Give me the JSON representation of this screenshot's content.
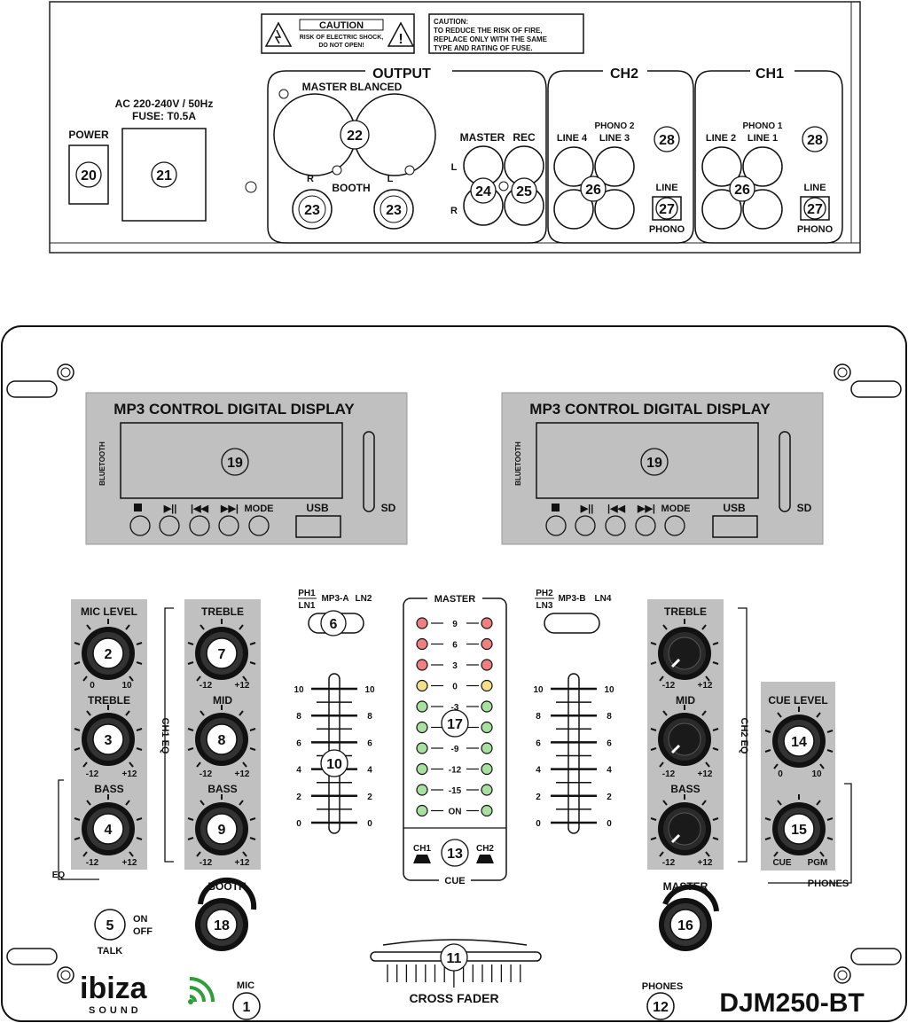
{
  "rear": {
    "caution1_title": "CAUTION",
    "caution1_line1": "RISK OF ELECTRIC SHOCK,",
    "caution1_line2": "DO NOT OPEN!",
    "caution2_line1": "CAUTION:",
    "caution2_line2": "TO REDUCE THE RISK OF FIRE,",
    "caution2_line3": "REPLACE ONLY WITH THE SAME",
    "caution2_line4": "TYPE AND RATING OF FUSE.",
    "power_label": "POWER",
    "ac_label": "AC 220-240V / 50Hz",
    "fuse_label": "FUSE: T0.5A",
    "output_label": "OUTPUT",
    "master_balanced": "MASTER BLANCED",
    "booth_label": "BOOTH",
    "r": "R",
    "l": "L",
    "master": "MASTER",
    "rec": "REC",
    "ch2": "CH2",
    "ch1": "CH1",
    "phono2": "PHONO 2",
    "phono1": "PHONO 1",
    "line4": "LINE 4",
    "line3": "LINE 3",
    "line2": "LINE 2",
    "line1": "LINE 1",
    "line": "LINE",
    "phono": "PHONO",
    "n20": "20",
    "n21": "21",
    "n22": "22",
    "n23": "23",
    "n24": "24",
    "n25": "25",
    "n26": "26",
    "n27": "27",
    "n28": "28"
  },
  "front": {
    "display_title": "MP3 CONTROL DIGITAL DISPLAY",
    "bluetooth": "BLUETOOTH",
    "mode": "MODE",
    "usb": "USB",
    "sd": "SD",
    "mic_level": "MIC  LEVEL",
    "treble": "TREBLE",
    "mid": "MID",
    "bass": "BASS",
    "zero": "0",
    "ten": "10",
    "minus12": "-12",
    "plus12": "+12",
    "ch1_eq": "CH1 EQ",
    "ch2_eq": "CH2 EQ",
    "eq": "EQ",
    "ph1": "PH1",
    "ln1": "LN1",
    "mp3a": "MP3-A",
    "ln2": "LN2",
    "ph2": "PH2",
    "ln3": "LN3",
    "mp3b": "MP3-B",
    "ln4": "LN4",
    "master_meter": "MASTER",
    "meter_labels": [
      "9",
      "6",
      "3",
      "0",
      "-3",
      "-6",
      "-9",
      "-12",
      "-15",
      "ON"
    ],
    "scale_labels": [
      "10",
      "8",
      "6",
      "4",
      "2",
      "0"
    ],
    "cue_ch1": "CH1",
    "cue_ch2": "CH2",
    "cue": "CUE",
    "cue_level": "CUE LEVEL",
    "cue_sel": "CUE",
    "pgm": "PGM",
    "phones": "PHONES",
    "booth": "BOOTH",
    "master_knob": "MASTER",
    "on": "ON",
    "off": "OFF",
    "talk": "TALK",
    "cross_fader": "CROSS FADER",
    "mic": "MIC",
    "phones_jack": "PHONES",
    "logo": "ibiza",
    "logo_sub": "SOUND",
    "model": "DJM250-BT",
    "n1": "1",
    "n2": "2",
    "n3": "3",
    "n4": "4",
    "n5": "5",
    "n6": "6",
    "n7": "7",
    "n8": "8",
    "n9": "9",
    "n10": "10",
    "n11": "11",
    "n12": "12",
    "n13": "13",
    "n14": "14",
    "n15": "15",
    "n16": "16",
    "n17": "17",
    "n18": "18",
    "n19": "19"
  },
  "colors": {
    "panel_gray": "#c0c0c0",
    "led_red": "#f08080",
    "led_yellow": "#f5e08a",
    "led_green": "#a8e0a0"
  }
}
